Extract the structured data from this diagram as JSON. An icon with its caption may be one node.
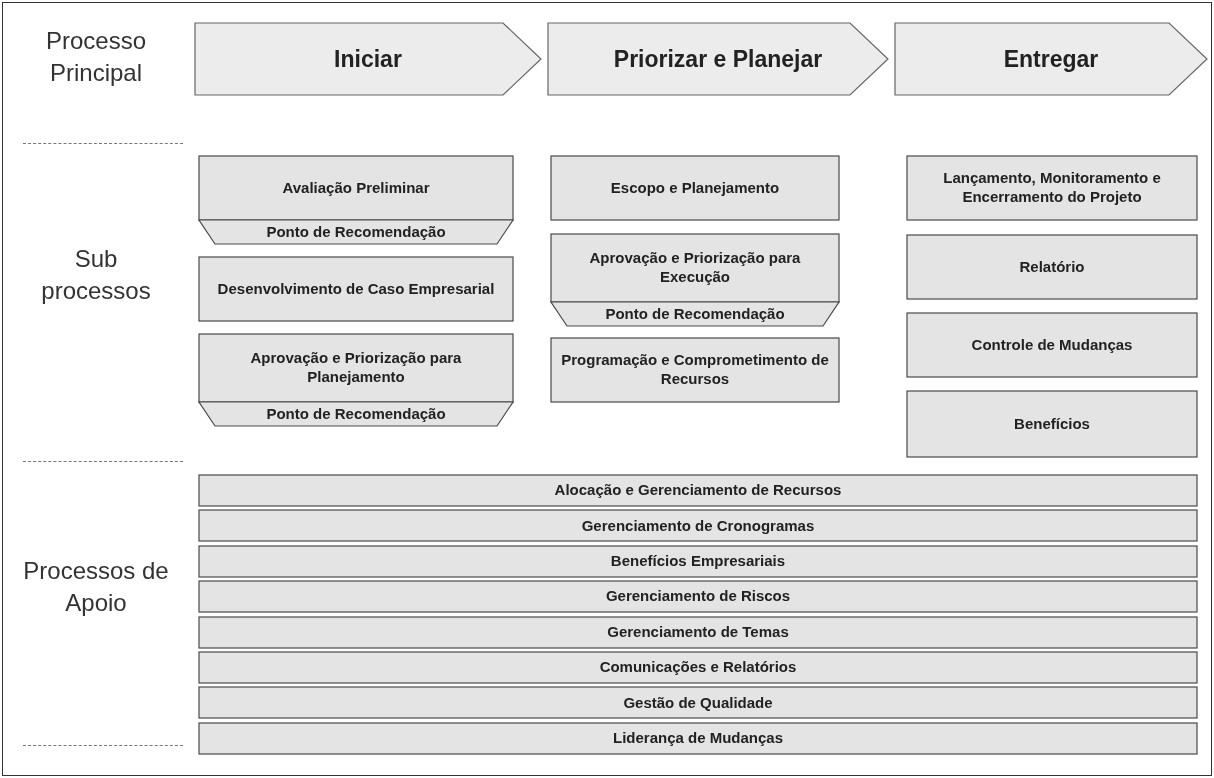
{
  "diagram": {
    "nodes": [
      {
        "text": [
          "Iniciar"
        ]
      },
      {
        "text": [
          "Priorizar e Planejar"
        ]
      },
      {
        "text": [
          "Entregar"
        ]
      },
      {
        "text": [
          "Avaliação Preliminar",
          "Ponto de Recomendação"
        ]
      },
      {
        "text": [
          "Desenvolvimento de Caso Empresarial"
        ]
      },
      {
        "text": [
          "Aprovação e Priorização para Planejamento",
          "Ponto de Recomendação"
        ]
      },
      {
        "text": [
          "Escopo e Planejamento"
        ]
      },
      {
        "text": [
          "Aprovação e Priorização para Execução",
          "Ponto de Recomendação"
        ]
      },
      {
        "text": [
          "Programação e Comprometimento de Recursos"
        ]
      },
      {
        "text": [
          "Lançamento, Monitoramento e Encerramento do Projeto"
        ]
      },
      {
        "text": [
          "Relatório"
        ]
      },
      {
        "text": [
          "Controle de Mudanças"
        ]
      },
      {
        "text": [
          "Benefícios"
        ]
      },
      {
        "text": [
          "Alocação e Gerenciamento de Recursos"
        ]
      },
      {
        "text": [
          "Gerenciamento de Cronogramas"
        ]
      },
      {
        "text": [
          "Benefícios Empresariais"
        ]
      },
      {
        "text": [
          "Gerenciamento de Riscos"
        ]
      },
      {
        "text": [
          "Gerenciamento de Temas"
        ]
      },
      {
        "text": [
          "Comunicações e Relatórios"
        ]
      },
      {
        "text": [
          "Gestão de Qualidade"
        ]
      },
      {
        "text": [
          "Liderança de Mudanças"
        ]
      }
    ],
    "labels": [
      "Processo Principal",
      "Sub processos",
      "Processos de Apoio"
    ]
  }
}
